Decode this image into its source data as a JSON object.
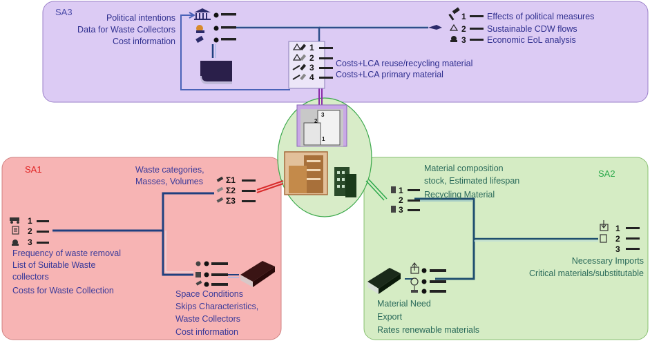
{
  "sa3": {
    "title": "SA3",
    "inputs": [
      "Political intentions",
      "Data for Waste Collectors",
      "Cost information"
    ],
    "outputs": [
      "Effects of political measures",
      "Sustainable CDW flows",
      "Economic EoL analysis"
    ],
    "middle": [
      "Costs+LCA reuse/recycling material",
      "Costs+LCA primary material"
    ],
    "middle_numbers": [
      "1",
      "2",
      "3",
      "4"
    ],
    "output_numbers": [
      "1",
      "2",
      "3"
    ]
  },
  "sa1": {
    "title": "SA1",
    "top_labels": [
      "Waste categories,",
      "Masses, Volumes"
    ],
    "sigma_numbers": [
      "Σ1",
      "Σ2",
      "Σ3"
    ],
    "left_numbers": [
      "1",
      "2",
      "3"
    ],
    "left_labels": [
      "Frequency of waste removal",
      "List of Suitable Waste",
      "collectors",
      "Costs for Waste Collection"
    ],
    "bottom_labels": [
      "Space Conditions",
      "Skips Characteristics,",
      "Waste Collectors",
      "Cost information"
    ]
  },
  "sa2": {
    "title": "SA2",
    "top_labels": [
      "Material composition",
      "stock, Estimated lifespan",
      "Recycling Material"
    ],
    "top_numbers": [
      "1",
      "2",
      "3"
    ],
    "right_numbers": [
      "1",
      "2",
      "3"
    ],
    "right_labels": [
      "Necessary Imports",
      "Critical materials/substitutable"
    ],
    "bottom_labels": [
      "Material Need",
      "Export",
      "Rates renewable materials"
    ]
  },
  "center": {
    "building_numbers": [
      "3",
      "2",
      "1"
    ]
  },
  "colors": {
    "sa3_bg": "#dccbf4",
    "sa1_bg": "#f7b4b4",
    "sa2_bg": "#d5ecc4",
    "center_bg": "#d8ecc8",
    "sa1_title": "#e02020",
    "sa2_title": "#2aa84a",
    "sa3_title": "#4a4aa8"
  }
}
